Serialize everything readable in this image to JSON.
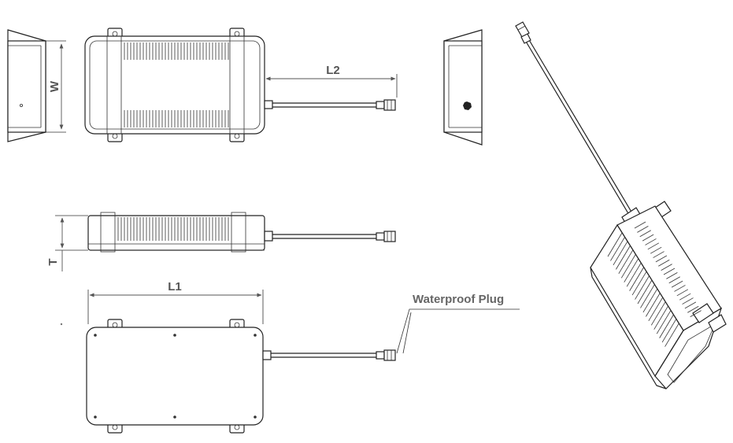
{
  "dimensions": {
    "width_label": "W",
    "length_cable_label": "L2",
    "thickness_label": "T",
    "length_body_label": "L1"
  },
  "callouts": {
    "plug_label": "Waterproof Plug"
  },
  "colors": {
    "line": "#222222",
    "dimension": "#555555",
    "callout_text": "#666666",
    "background": "#ffffff"
  }
}
